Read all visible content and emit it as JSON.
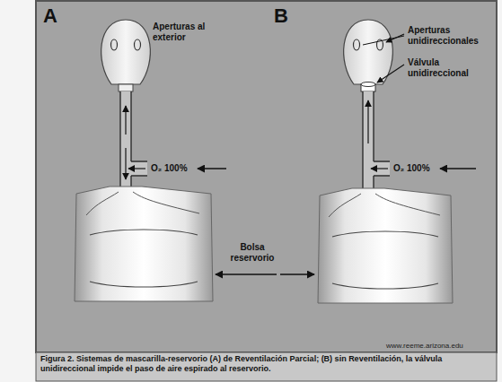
{
  "diagram": {
    "caption": "Figura 2. Sistemas de mascarilla-reservorio (A) de Reventilación Parcial; (B) sin Reventilación, la válvula unidireccional impide el paso de aire espirado al reservorio.",
    "labels": [
      "A",
      "Aperturas al exterior",
      "O₂ 100%",
      "Bolsa reservorio",
      "B",
      "Aperturas unidireccionales",
      "Válvula unidireccional",
      "O₂ 100%",
      "www.reeme.arizona.edu"
    ]
  }
}
